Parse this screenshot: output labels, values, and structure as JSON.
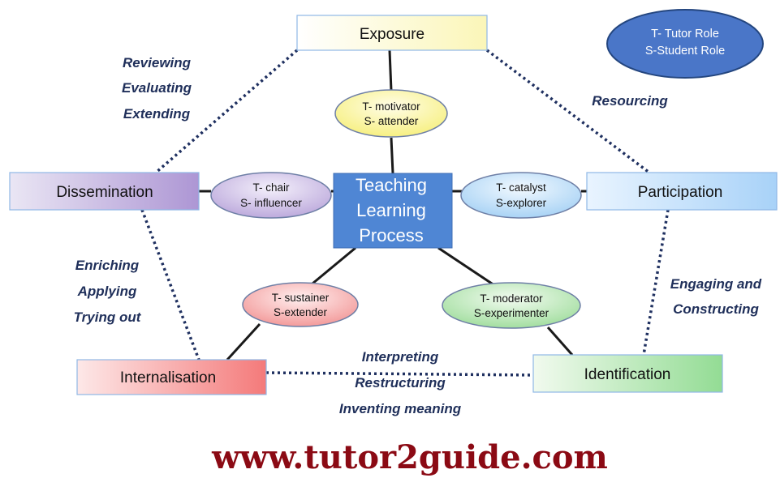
{
  "stages": {
    "exposure": "Exposure",
    "participation": "Participation",
    "identification": "Identification",
    "internalisation": "Internalisation",
    "dissemination": "Dissemination"
  },
  "center": {
    "line1": "Teaching",
    "line2": "Learning",
    "line3": "Process"
  },
  "roles": {
    "motivator": {
      "tutor": "T- motivator",
      "student": "S- attender"
    },
    "catalyst": {
      "tutor": "T- catalyst",
      "student": "S-explorer"
    },
    "moderator": {
      "tutor": "T- moderator",
      "student": "S-experimenter"
    },
    "sustainer": {
      "tutor": "T- sustainer",
      "student": "S-extender"
    },
    "chair": {
      "tutor": "T- chair",
      "student": "S- influencer"
    }
  },
  "legend": {
    "tutor": "T- Tutor Role",
    "student": "S-Student Role"
  },
  "transitions": {
    "reviewing": [
      "Reviewing",
      "Evaluating",
      "Extending"
    ],
    "resourcing": [
      "Resourcing"
    ],
    "engaging": [
      "Engaging and",
      "Constructing"
    ],
    "interpreting": [
      "Interpreting",
      "Restructuring",
      "Inventing meaning"
    ],
    "enriching": [
      "Enriching",
      "Applying",
      "Trying out"
    ]
  },
  "website": "www.tutor2guide.com",
  "colors": {
    "center_fill": "#4f86d4",
    "legend_fill": "#4a76c8",
    "phase_text": "#1f2f5a",
    "url_text": "#8b0a14"
  }
}
